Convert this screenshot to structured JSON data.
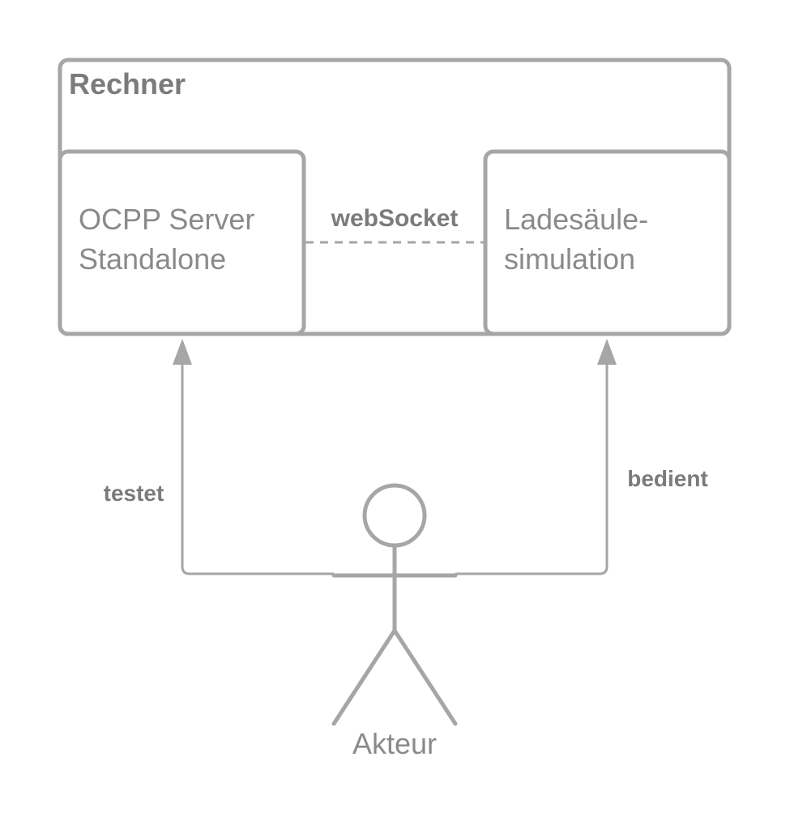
{
  "diagram": {
    "container": {
      "title": "Rechner"
    },
    "nodes": {
      "server": {
        "line1": "OCPP Server",
        "line2": "Standalone"
      },
      "simulation": {
        "line1": "Ladesäule-",
        "line2": "simulation"
      }
    },
    "connections": {
      "websocket_label": "webSocket",
      "testet_label": "testet",
      "bedient_label": "bedient"
    },
    "actor": {
      "label": "Akteur"
    },
    "colors": {
      "stroke": "#a6a6a6",
      "text_dark": "#7b7b7b",
      "text_light": "#8a8a8a",
      "background": "#ffffff"
    }
  }
}
